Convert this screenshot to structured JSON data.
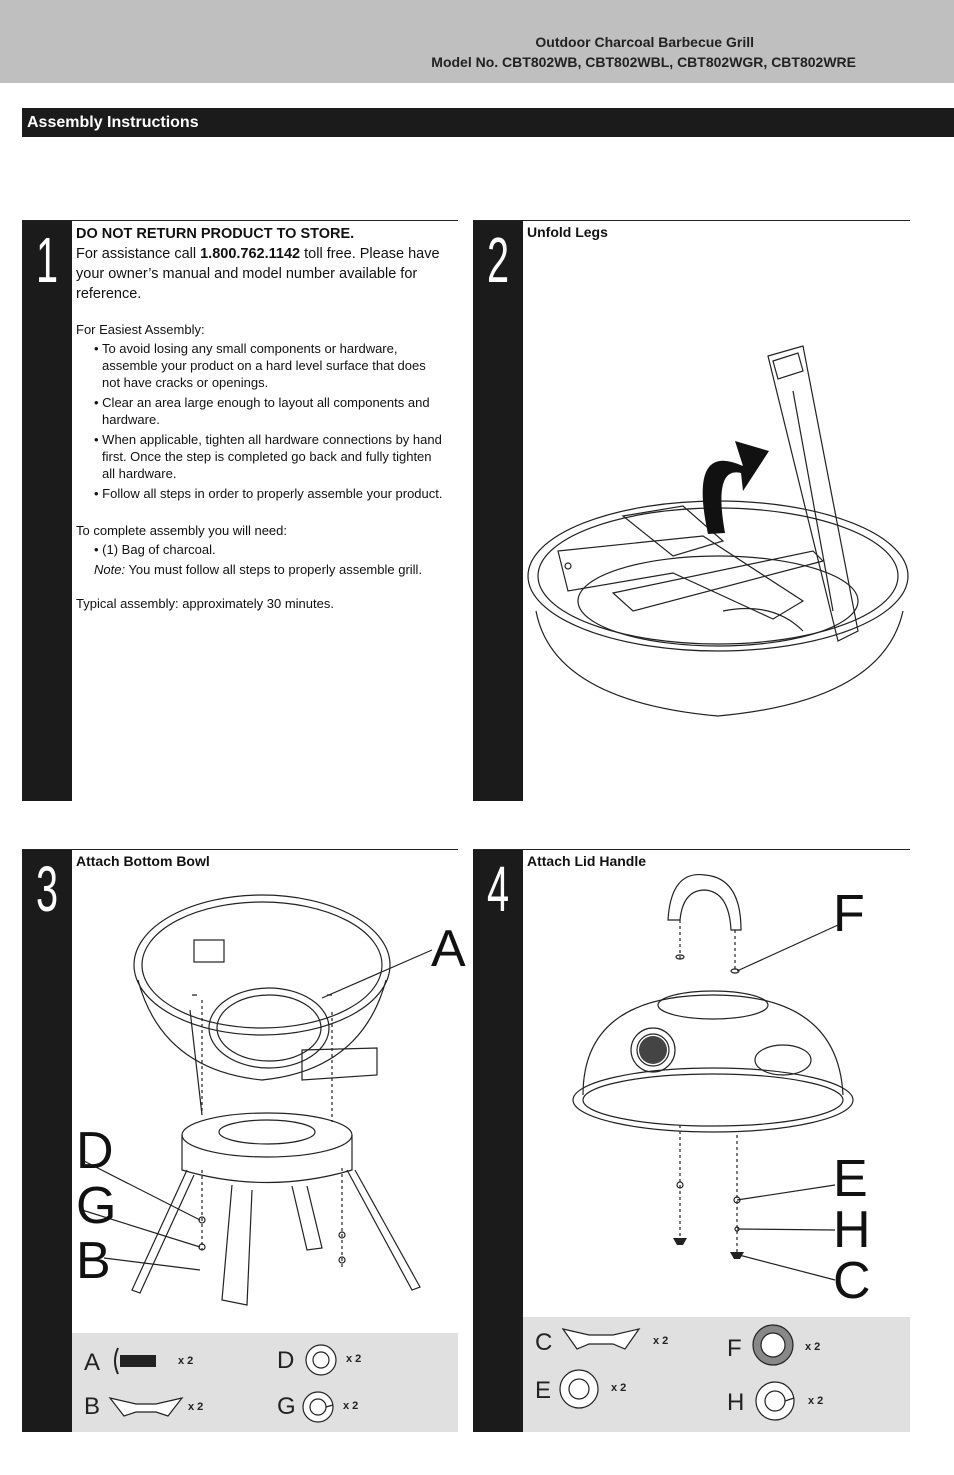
{
  "header": {
    "title": "Outdoor Charcoal Barbecue Grill",
    "model": "Model No. CBT802WB, CBT802WBL, CBT802WGR, CBT802WRE"
  },
  "section_title": "Assembly Instructions",
  "step1": {
    "number": "1",
    "heading": "DO NOT RETURN PRODUCT TO STORE.",
    "assist_prefix": "For assistance call ",
    "phone": "1.800.762.1142",
    "assist_suffix": " toll free. Please have your owner’s manual and model number available for reference.",
    "easiest_label": "For Easiest Assembly:",
    "tips": [
      "To avoid losing any small components or hardware, assemble your product on a hard level surface that does not have cracks or openings.",
      "Clear an area large enough to layout all components and hardware.",
      "When applicable, tighten all hardware connections by hand first. Once the step is completed go back and fully tighten all hardware.",
      "Follow all steps in order to properly assemble your product."
    ],
    "need_label": "To complete assembly you will need:",
    "need_item": "(1) Bag of charcoal.",
    "note_label": "Note:",
    "note_text": " You must follow all steps to properly assemble grill.",
    "typical": "Typical assembly: approximately 30 minutes."
  },
  "step2": {
    "number": "2",
    "title": "Unfold Legs"
  },
  "step3": {
    "number": "3",
    "title": "Attach Bottom Bowl",
    "callouts": [
      "A",
      "D",
      "G",
      "B"
    ],
    "parts": [
      {
        "letter": "A",
        "qty": "x 2"
      },
      {
        "letter": "B",
        "qty": "x 2"
      },
      {
        "letter": "D",
        "qty": "x 2"
      },
      {
        "letter": "G",
        "qty": "x 2"
      }
    ]
  },
  "step4": {
    "number": "4",
    "title": "Attach Lid Handle",
    "callouts": [
      "F",
      "E",
      "H",
      "C"
    ],
    "parts": [
      {
        "letter": "C",
        "qty": "x 2"
      },
      {
        "letter": "E",
        "qty": "x 2"
      },
      {
        "letter": "F",
        "qty": "x 2"
      },
      {
        "letter": "H",
        "qty": "x 2"
      }
    ]
  }
}
